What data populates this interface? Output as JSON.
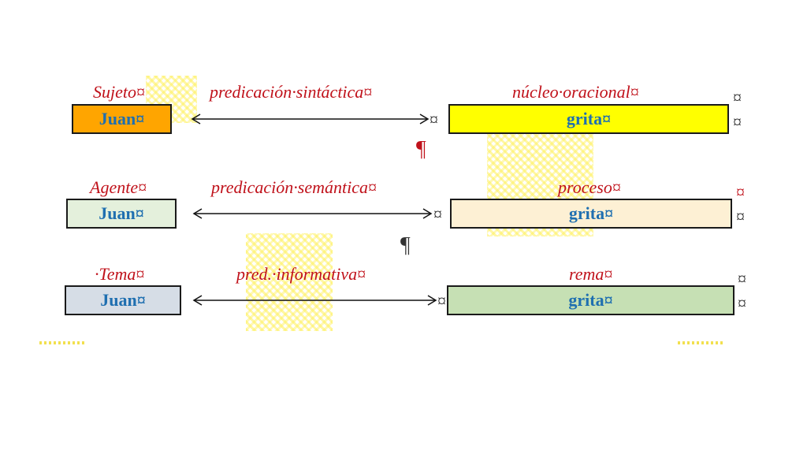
{
  "rows": [
    {
      "left_label": "Sujeto¤",
      "mid_label": "predicación·sintáctica¤",
      "right_label": "núcleo·oracional¤",
      "left_box": "Juan¤",
      "right_box": "grita¤",
      "left_color": "#ffa500",
      "right_color": "#ffff00",
      "arrow_end_mark": "¤",
      "side_marks": [
        "¤",
        "¤"
      ]
    },
    {
      "left_label": "Agente¤",
      "mid_label": "predicación·semántica¤",
      "right_label": "proceso¤",
      "left_box": "Juan¤",
      "right_box": "grita¤",
      "left_color": "#e4f0dc",
      "right_color": "#fdf0d4",
      "arrow_end_mark": "¤",
      "side_marks": [
        "¤",
        "¤"
      ]
    },
    {
      "left_label": "·Tema¤",
      "mid_label": "pred.·informativa¤",
      "right_label": "rema¤",
      "left_box": "Juan¤",
      "right_box": "grita¤",
      "left_color": "#d6dde6",
      "right_color": "#c6e0b4",
      "arrow_end_mark": "¤",
      "side_marks": [
        "¤",
        "¤"
      ]
    }
  ],
  "pilcrows": [
    "¶",
    "¶"
  ],
  "colors": {
    "label_red": "#c0121b",
    "box_text_blue": "#1f6fb0",
    "pilcrow_red": "#c0121b",
    "pilcrow_dark": "#333333"
  }
}
